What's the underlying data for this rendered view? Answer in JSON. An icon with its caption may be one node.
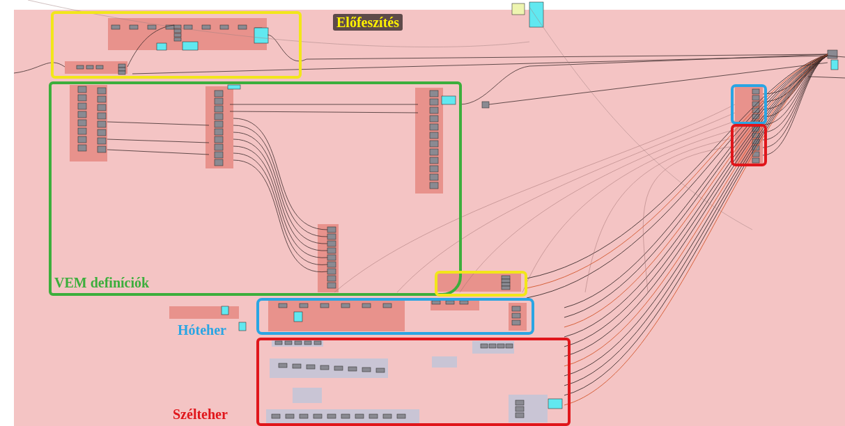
{
  "diagram": {
    "nodes": [
      {
        "text": [
          "Előfeszítés"
        ]
      },
      {
        "text": [
          "VEM definíciók"
        ]
      },
      {
        "text": [
          "Hóteher"
        ]
      },
      {
        "text": [
          "Szélteher"
        ]
      },
      {
        "text": [],
        "shape": "box"
      },
      {
        "text": [],
        "shape": "box"
      },
      {
        "text": [],
        "shape": "box"
      }
    ]
  }
}
